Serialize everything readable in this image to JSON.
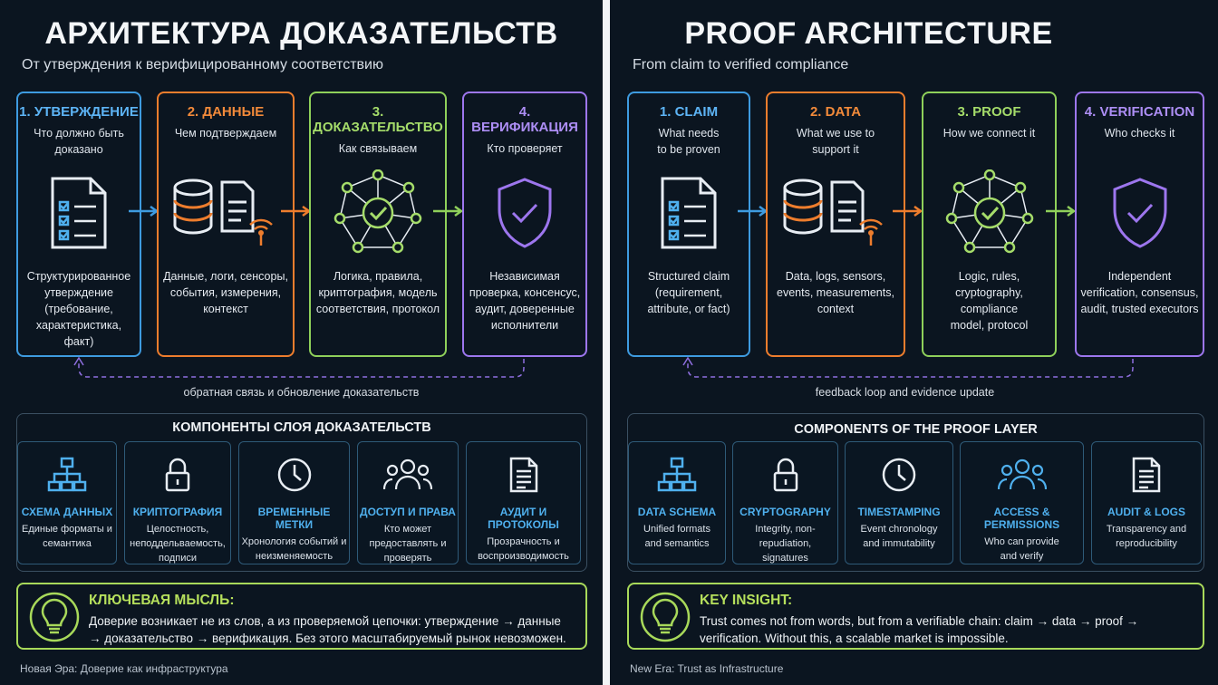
{
  "ru": {
    "title": "АРХИТЕКТУРА ДОКАЗАТЕЛЬСТВ",
    "subtitle": "От утверждения к верифицированному соответствию",
    "stages": [
      {
        "title": "1. УТВЕРЖДЕНИЕ",
        "subtitle": "Что должно быть доказано",
        "desc": "Структурированное утверждение (требование, характеристика, факт)",
        "icon": "document-checklist-icon"
      },
      {
        "title": "2. ДАННЫЕ",
        "subtitle": "Чем подтверждаем",
        "desc": "Данные, логи, сенсоры, события, измерения, контекст",
        "icon": "database-sensor-icon"
      },
      {
        "title": "3. ДОКАЗАТЕЛЬСТВО",
        "subtitle": "Как связываем",
        "desc": "Логика, правила, криптография, модель соответствия, протокол",
        "icon": "network-check-icon"
      },
      {
        "title": "4. ВЕРИФИКАЦИЯ",
        "subtitle": "Кто проверяет",
        "desc": "Независимая проверка, консенсус, аудит, доверенные исполнители",
        "icon": "shield-check-icon"
      }
    ],
    "feedback": "обратная связь и обновление доказательств",
    "components_title": "КОМПОНЕНТЫ СЛОЯ ДОКАЗАТЕЛЬСТВ",
    "components": [
      {
        "name": "СХЕМА ДАННЫХ",
        "desc": "Единые форматы и семантика",
        "icon": "hierarchy-icon"
      },
      {
        "name": "КРИПТОГРАФИЯ",
        "desc": "Целостность, неподдельваемость, подписи",
        "icon": "lock-icon"
      },
      {
        "name": "ВРЕМЕННЫЕ МЕТКИ",
        "desc": "Хронология событий и неизменяемость",
        "icon": "clock-icon"
      },
      {
        "name": "ДОСТУП И ПРАВА",
        "desc": "Кто может предоставлять и проверять",
        "icon": "users-icon"
      },
      {
        "name": "АУДИТ И ПРОТОКОЛЫ",
        "desc": "Прозрачность и воспроизводимость",
        "icon": "document-lines-icon"
      }
    ],
    "insight_title": "КЛЮЧЕВАЯ МЫСЛЬ:",
    "insight_text": "Доверие возникает не из слов, а из проверяемой цепочки: утверждение → данные → доказательство → верификация. Без этого масштабируемый рынок невозможен.",
    "footer": "Новая Эра: Доверие как инфраструктура"
  },
  "en": {
    "title": "PROOF ARCHITECTURE",
    "subtitle": "From claim to verified compliance",
    "stages": [
      {
        "title": "1. CLAIM",
        "subtitle": "What needs to be proven",
        "desc": "Structured claim (requirement, attribute, or fact)",
        "icon": "document-checklist-icon"
      },
      {
        "title": "2. DATA",
        "subtitle": "What we use to support it",
        "desc": "Data, logs, sensors, events, measurements, context",
        "icon": "database-sensor-icon"
      },
      {
        "title": "3. PROOF",
        "subtitle": "How we connect it",
        "desc": "Logic, rules, cryptography, compliance model, protocol",
        "icon": "network-check-icon"
      },
      {
        "title": "4. VERIFICATION",
        "subtitle": "Who checks it",
        "desc": "Independent verification, consensus, audit, trusted executors",
        "icon": "shield-check-icon"
      }
    ],
    "feedback": "feedback loop and evidence update",
    "components_title": "COMPONENTS OF THE PROOF LAYER",
    "components": [
      {
        "name": "DATA SCHEMA",
        "desc": "Unified formats and semantics",
        "icon": "hierarchy-icon"
      },
      {
        "name": "CRYPTOGRAPHY",
        "desc": "Integrity, non-repudiation, signatures",
        "icon": "lock-icon"
      },
      {
        "name": "TIMESTAMPING",
        "desc": "Event chronology and immutability",
        "icon": "clock-icon"
      },
      {
        "name": "ACCESS & PERMISSIONS",
        "desc": "Who can provide and verify",
        "icon": "users-icon"
      },
      {
        "name": "AUDIT & LOGS",
        "desc": "Transparency and reproducibility",
        "icon": "document-lines-icon"
      }
    ],
    "insight_title": "KEY INSIGHT:",
    "insight_text": "Trust comes not from words, but from a verifiable chain: claim → data → proof → verification. Without this, a scalable market is impossible.",
    "footer": "New Era: Trust as Infrastructure"
  },
  "colors": {
    "blue": "#3e9be0",
    "orange": "#ee7d2d",
    "green": "#8fd05a",
    "purple": "#9d76ee",
    "insight": "#a8d95a"
  }
}
